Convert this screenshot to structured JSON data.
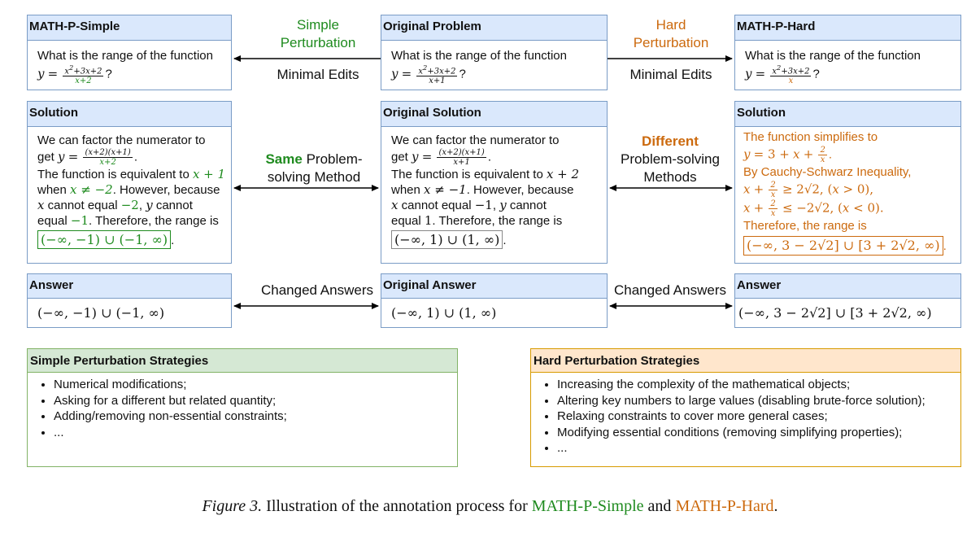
{
  "panels": {
    "simple_problem": {
      "title": "MATH-P-Simple",
      "text": "What is the range of the function"
    },
    "original_problem": {
      "title": "Original Problem",
      "text": "What is the range of the function"
    },
    "hard_problem": {
      "title": "MATH-P-Hard",
      "text": "What is the range of the function"
    },
    "simple_solution": {
      "title": "Solution"
    },
    "original_solution": {
      "title": "Original Solution"
    },
    "hard_solution": {
      "title": "Solution"
    },
    "simple_answer": {
      "title": "Answer",
      "value": "(−∞, −1) ∪ (−1, ∞)"
    },
    "original_answer": {
      "title": "Original Answer",
      "value": "(−∞, 1) ∪ (1, ∞)"
    },
    "hard_answer": {
      "title": "Answer",
      "value": "(−∞, 3 − 2√2] ∪ [3 + 2√2, ∞)"
    }
  },
  "connectors": {
    "simple_pert_1": "Simple",
    "simple_pert_2": "Perturbation",
    "minimal_edits": "Minimal Edits",
    "hard_pert_1": "Hard",
    "hard_pert_2": "Perturbation",
    "same_bold": "Same",
    "same_rest_1": " Problem-",
    "same_rest_2": "solving Method",
    "different_bold": "Different",
    "different_rest_1": "Problem-solving",
    "different_rest_2": "Methods",
    "changed_answers": "Changed Answers"
  },
  "simple_strategies": {
    "title": "Simple Perturbation Strategies",
    "items": [
      "Numerical modifications;",
      "Asking for a different but related quantity;",
      "Adding/removing non-essential constraints;",
      "..."
    ]
  },
  "hard_strategies": {
    "title": "Hard Perturbation Strategies",
    "items": [
      "Increasing the complexity of the mathematical objects;",
      "Altering key numbers to large values (disabling brute-force solution);",
      "Relaxing constraints to cover more general cases;",
      "Modifying essential conditions (removing simplifying properties);",
      "..."
    ]
  },
  "caption": {
    "prefix": "Figure 3.",
    "text": " Illustration of the annotation process for ",
    "simple": "MATH-P-Simple",
    "and": " and ",
    "hard": "MATH-P-Hard",
    "end": "."
  },
  "colors": {
    "header_fill": "#dae8fc",
    "border": "#7a9cc6",
    "green": "#1f8b1f",
    "orange": "#cc6a0e",
    "simple_strat_fill": "#d5e8d4",
    "hard_strat_fill": "#ffe6cc"
  }
}
